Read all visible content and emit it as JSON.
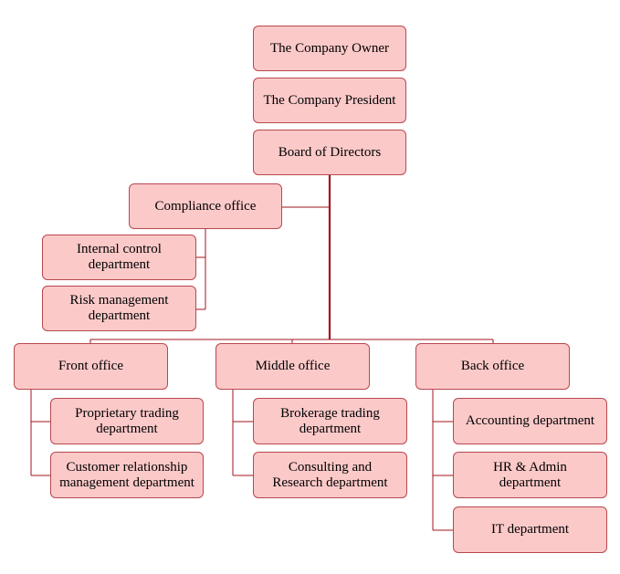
{
  "colors": {
    "box_fill": "#fcc9c9",
    "box_border": "#b8484f",
    "connector": "#a3141c"
  },
  "nodes": {
    "owner": "The Company Owner",
    "president": "The Company President",
    "board": "Board of Directors",
    "compliance": "Compliance office",
    "internal_control": [
      "Internal control",
      "department"
    ],
    "risk_management": [
      "Risk management",
      "department"
    ],
    "front_office": "Front office",
    "middle_office": "Middle office",
    "back_office": "Back office",
    "proprietary_trading": [
      "Proprietary trading",
      "department"
    ],
    "customer_relationship": [
      "Customer relationship",
      "management department"
    ],
    "brokerage_trading": [
      "Brokerage trading",
      "department"
    ],
    "consulting_research": [
      "Consulting and",
      "Research department"
    ],
    "accounting": "Accounting department",
    "hr_admin": [
      "HR & Admin",
      "department"
    ],
    "it": "IT department"
  }
}
